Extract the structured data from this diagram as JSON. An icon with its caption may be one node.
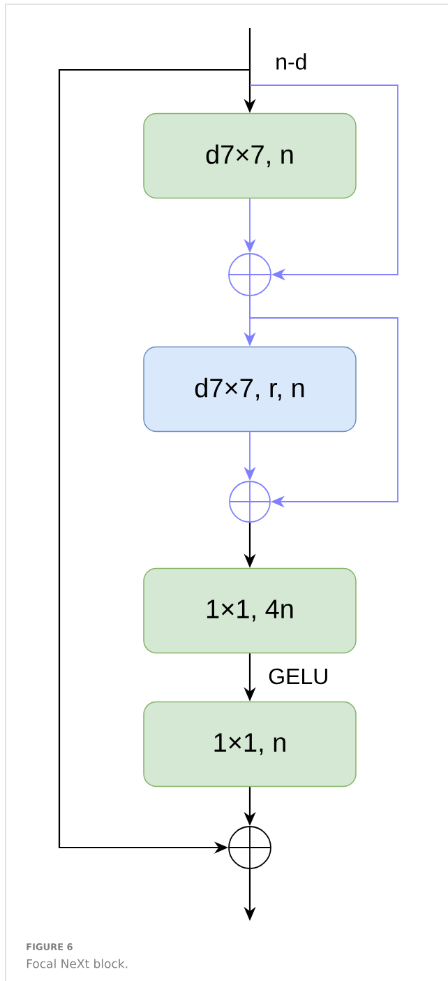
{
  "diagram": {
    "caption": "Focal NeXt block.",
    "nodes": [
      {
        "text": [
          "d7×7, n"
        ]
      },
      {
        "text": [],
        "shape": "circle"
      },
      {
        "text": [
          "d7×7, r, n"
        ]
      },
      {
        "text": [],
        "shape": "circle"
      },
      {
        "text": [
          "1×1, 4n"
        ]
      },
      {
        "text": [
          "1×1, n"
        ]
      },
      {
        "text": [],
        "shape": "circle"
      }
    ],
    "edges": [
      {
        "from": null,
        "to": 0,
        "arrow": "to",
        "label": "n-d"
      },
      {
        "from": null,
        "to": 6,
        "arrow": "to"
      },
      {
        "from": 0,
        "to": 1,
        "arrow": "to",
        "color": "#8080ff"
      },
      {
        "from": null,
        "to": 1,
        "arrow": "to",
        "color": "#8080ff"
      },
      {
        "from": 1,
        "to": 2,
        "arrow": "to",
        "color": "#8080ff"
      },
      {
        "from": 1,
        "to": 3,
        "arrow": "to",
        "color": "#8080ff"
      },
      {
        "from": 2,
        "to": 3,
        "arrow": "to",
        "color": "#8080ff"
      },
      {
        "from": 3,
        "to": 4,
        "arrow": "to"
      },
      {
        "from": 4,
        "to": 5,
        "arrow": "to",
        "label": "GELU"
      },
      {
        "from": 5,
        "to": 6,
        "arrow": "to"
      },
      {
        "from": 6,
        "to": null,
        "arrow": "to"
      }
    ],
    "labels": [
      "FIGURE 6"
    ]
  }
}
